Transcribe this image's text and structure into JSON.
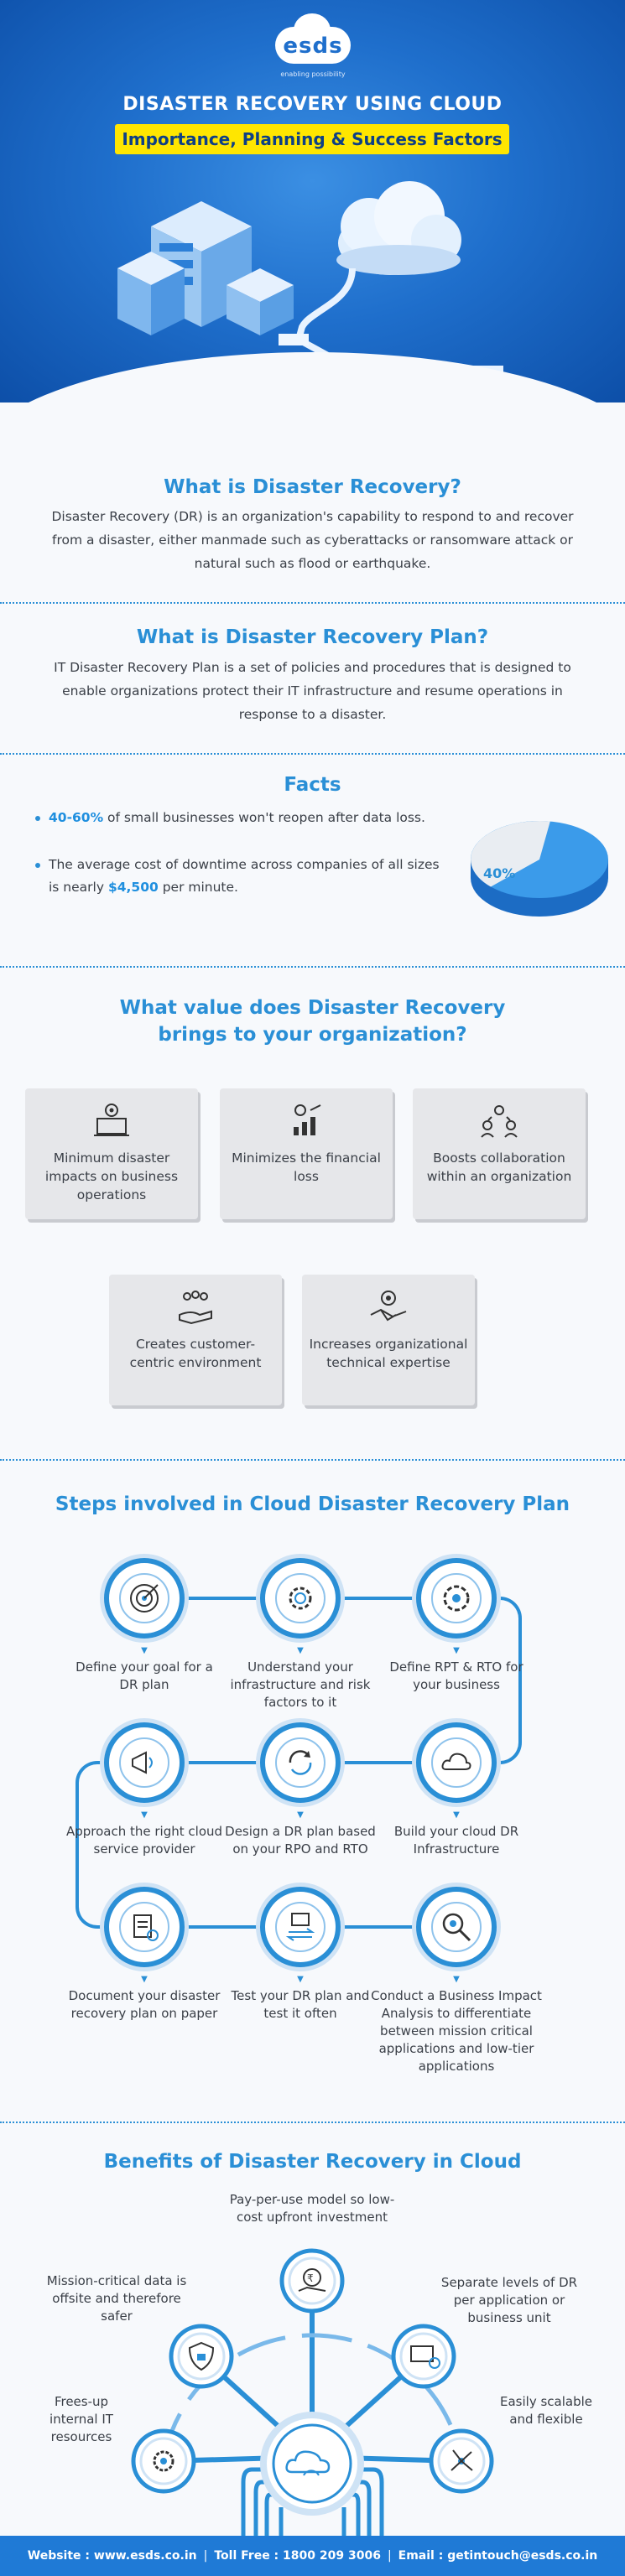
{
  "brand": {
    "logo": "esds",
    "tagline": "enabling possibility"
  },
  "hero": {
    "title": "DISASTER RECOVERY USING CLOUD",
    "subtitle": "Importance, Planning & Success Factors"
  },
  "what_is_dr": {
    "title": "What is Disaster Recovery?",
    "text": "Disaster Recovery (DR) is an organization's capability to respond to and recover from a disaster, either manmade such as cyberattacks or ransomware attack or natural such as flood or earthquake."
  },
  "what_is_drp": {
    "title": "What is Disaster Recovery Plan?",
    "text": "IT Disaster Recovery Plan is a set of policies and procedures that is designed to enable organizations protect their IT infrastructure and resume operations in response to a disaster."
  },
  "facts": {
    "title": "Facts",
    "items": [
      {
        "highlight": "40-60%",
        "text": " of small businesses won't reopen after data loss."
      },
      {
        "before": "The average cost of downtime across companies of all sizes is nearly ",
        "highlight": "$4,500",
        "after": " per minute."
      }
    ],
    "pie_label": "40%",
    "pie_value": 0.4
  },
  "value": {
    "title_line1": "What value does Disaster Recovery",
    "title_line2": "brings to your organization?",
    "cards": [
      {
        "label": "Minimum disaster impacts on business operations",
        "icon": "gears-laptop-icon"
      },
      {
        "label": "Minimizes the financial loss",
        "icon": "coins-chart-icon"
      },
      {
        "label": "Boosts collaboration within an organization",
        "icon": "team-icon"
      },
      {
        "label": "Creates customer-centric environment",
        "icon": "customers-hand-icon"
      },
      {
        "label": "Increases organizational technical expertise",
        "icon": "handshake-gear-icon"
      }
    ]
  },
  "steps": {
    "title": "Steps involved in Cloud Disaster Recovery Plan",
    "items": [
      {
        "label": "Define your goal for a DR plan",
        "icon": "target-icon"
      },
      {
        "label": "Understand your infrastructure and risk factors to it",
        "icon": "gear-icon"
      },
      {
        "label": "Define RPT & RTO for your business",
        "icon": "settings-icon"
      },
      {
        "label": "Build your cloud DR Infrastructure",
        "icon": "cloud-icon"
      },
      {
        "label": "Design a DR plan based on your RPO and RTO",
        "icon": "refresh-icon"
      },
      {
        "label": "Approach the right cloud service provider",
        "icon": "megaphone-icon"
      },
      {
        "label": "Document your disaster recovery plan on paper",
        "icon": "document-icon"
      },
      {
        "label": "Test your DR plan and test it often",
        "icon": "test-arrows-icon"
      },
      {
        "label": "Conduct a Business Impact Analysis to differentiate between mission critical applications and low-tier applications",
        "icon": "magnifier-icon"
      }
    ]
  },
  "benefits": {
    "title": "Benefits of Disaster Recovery in Cloud",
    "items": [
      {
        "label": "Pay-per-use model so low-cost upfront investment",
        "icon": "rupee-hand-icon"
      },
      {
        "label": "Mission-critical data is offsite and therefore safer",
        "icon": "shield-icon"
      },
      {
        "label": "Separate levels of DR per application or business unit",
        "icon": "monitor-gear-icon"
      },
      {
        "label": "Frees-up internal IT resources",
        "icon": "cycle-gear-icon"
      },
      {
        "label": "Easily scalable and flexible",
        "icon": "network-icon"
      }
    ],
    "center_icon": "cloud-sync-icon"
  },
  "footer": {
    "website": "Website : www.esds.co.in",
    "tollfree": "Toll Free : 1800 209 3006",
    "email": "Email : getintouch@esds.co.in"
  },
  "colors": {
    "primary": "#2a8fd6",
    "hero_blue": "#1f6fcc",
    "highlight_yellow": "#ffe600",
    "card_grey": "#e6e7ea"
  }
}
